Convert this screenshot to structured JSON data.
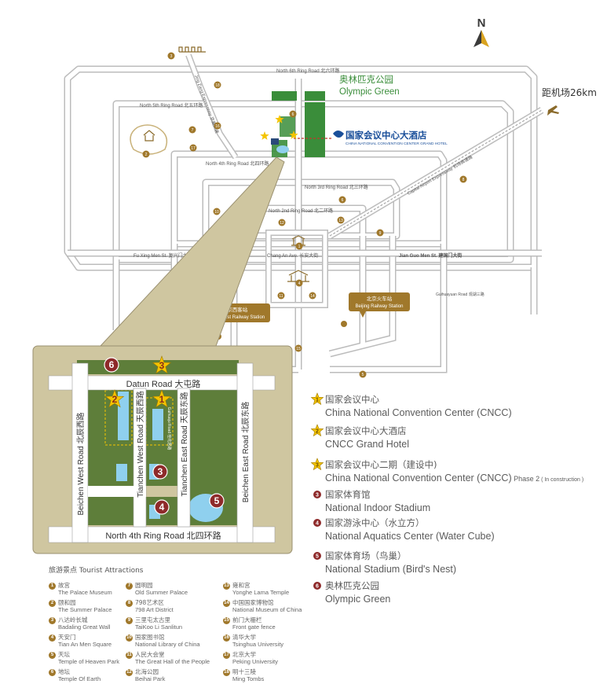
{
  "compass": {
    "letter": "N"
  },
  "airport": {
    "label": "距机场26km"
  },
  "cncc_logo": {
    "zh": "国家会议中心大酒店",
    "en": "CHINA NATIONAL CONVENTION CENTER GRAND HOTEL"
  },
  "olympic_green_label": {
    "zh": "奥林匹克公园",
    "en": "Olympic Green"
  },
  "roads": {
    "ring6": "North 6th Ring Road 北六环路",
    "ring5": "North 5th Ring Road 北五环路",
    "ring4": "North 4th Ring Road 北四环路",
    "ring3": "North 3rd Ring Road 北三环路",
    "ring2": "North 2nd Ring Road 北二环路",
    "fuxingmen": "Fu Xing Men St. 复兴门大街",
    "changan": "Chang An Ave. 长安大街",
    "jianguomen": "Jian Guo Men St. 建国门大街",
    "airport_expressway": "Capital Airport Expressway 机场高速路",
    "jingzang": "Jing Zang Expressway 京藏高速",
    "guihua": "Guihuayuan Road 观湖三路"
  },
  "stations": {
    "west": {
      "zh": "北京西客站",
      "en": "Beijing West Railway Station"
    },
    "main": {
      "zh": "北京火车站",
      "en": "Beijing Railway Station"
    }
  },
  "inset": {
    "datun": "Datun Road  大屯路",
    "ring4": "North 4th Ring Road  北四环路",
    "beichen_west": "Beichen West Road  北辰西路",
    "tianchen_west": "Tianchen West Road  天辰西路",
    "tianchen_east": "Tianchen East Road  天辰东路",
    "beichen_east": "Beichen East Road  北辰东路",
    "guihuaju": "Guihuaju Road 桂花居路",
    "markers": [
      "1",
      "2",
      "3",
      "3",
      "4",
      "5",
      "6"
    ]
  },
  "annotations": [
    {
      "num": "1",
      "kind": "star",
      "zh": "国家会议中心",
      "en": "China National Convention Center (CNCC)",
      "extra": ""
    },
    {
      "num": "2",
      "kind": "star",
      "zh": "国家会议中心大酒店",
      "en": "CNCC Grand Hotel",
      "extra": ""
    },
    {
      "num": "3",
      "kind": "star",
      "zh": "国家会议中心二期（建设中)",
      "en": "China National Convention Center (CNCC)",
      "extra": " Phase 2",
      "extra2": " ( In construction )"
    },
    {
      "num": "3",
      "kind": "dot",
      "zh": "国家体育馆",
      "en": "National Indoor Stadium",
      "extra": ""
    },
    {
      "num": "4",
      "kind": "dot",
      "zh": "国家游泳中心（水立方）",
      "en": "National Aquatics Center (Water Cube)",
      "extra": ""
    },
    {
      "num": "5",
      "kind": "dot",
      "zh": "国家体育场（鸟巢）",
      "en": "National Stadium (Bird's Nest)",
      "extra": ""
    },
    {
      "num": "6",
      "kind": "dot",
      "zh": "奥林匹克公园",
      "en": "Olympic Green",
      "extra": ""
    }
  ],
  "legend": {
    "title": "旅游景点  Tourist Attractions",
    "items": [
      {
        "num": "1",
        "zh": "故宫",
        "en": "The Palace Museum"
      },
      {
        "num": "2",
        "zh": "颐和园",
        "en": "The Summer Palace"
      },
      {
        "num": "3",
        "zh": "八达岭长城",
        "en": "Badaling Great Wall"
      },
      {
        "num": "4",
        "zh": "天安门",
        "en": "Tian An Men Square"
      },
      {
        "num": "5",
        "zh": "天坛",
        "en": "Temple of Heaven Park"
      },
      {
        "num": "6",
        "zh": "地坛",
        "en": "Temple Of Earth"
      },
      {
        "num": "7",
        "zh": "圆明园",
        "en": "Old Summer Palace"
      },
      {
        "num": "8",
        "zh": "798艺术区",
        "en": "798 Art District"
      },
      {
        "num": "9",
        "zh": "三里屯太古里",
        "en": "TaiKoo Li Sanlitun"
      },
      {
        "num": "10",
        "zh": "国家图书馆",
        "en": "National Library of China"
      },
      {
        "num": "11",
        "zh": "人民大会堂",
        "en": "The Great Hall of the People"
      },
      {
        "num": "12",
        "zh": "北海公园",
        "en": "Beihai Park"
      },
      {
        "num": "13",
        "zh": "雍和宫",
        "en": "Yonghe Lama Temple"
      },
      {
        "num": "14",
        "zh": "中国国家博物馆",
        "en": "National Museum of China"
      },
      {
        "num": "15",
        "zh": "前门大栅栏",
        "en": "Front gate fence"
      },
      {
        "num": "16",
        "zh": "清华大学",
        "en": "Tsinghua University"
      },
      {
        "num": "17",
        "zh": "北京大学",
        "en": "Peking University"
      },
      {
        "num": "18",
        "zh": "明十三陵",
        "en": "Ming Tombs"
      }
    ]
  },
  "colors": {
    "green": "#3a8d3a",
    "inset_bg": "#cfc6a0",
    "park": "#5e7e3a",
    "water": "#8fd0ee",
    "marker": "#8e2a2a",
    "star": "#f4c400",
    "accent": "#a0782b",
    "road": "#ffffff",
    "road_edge": "#9a9a9a"
  }
}
